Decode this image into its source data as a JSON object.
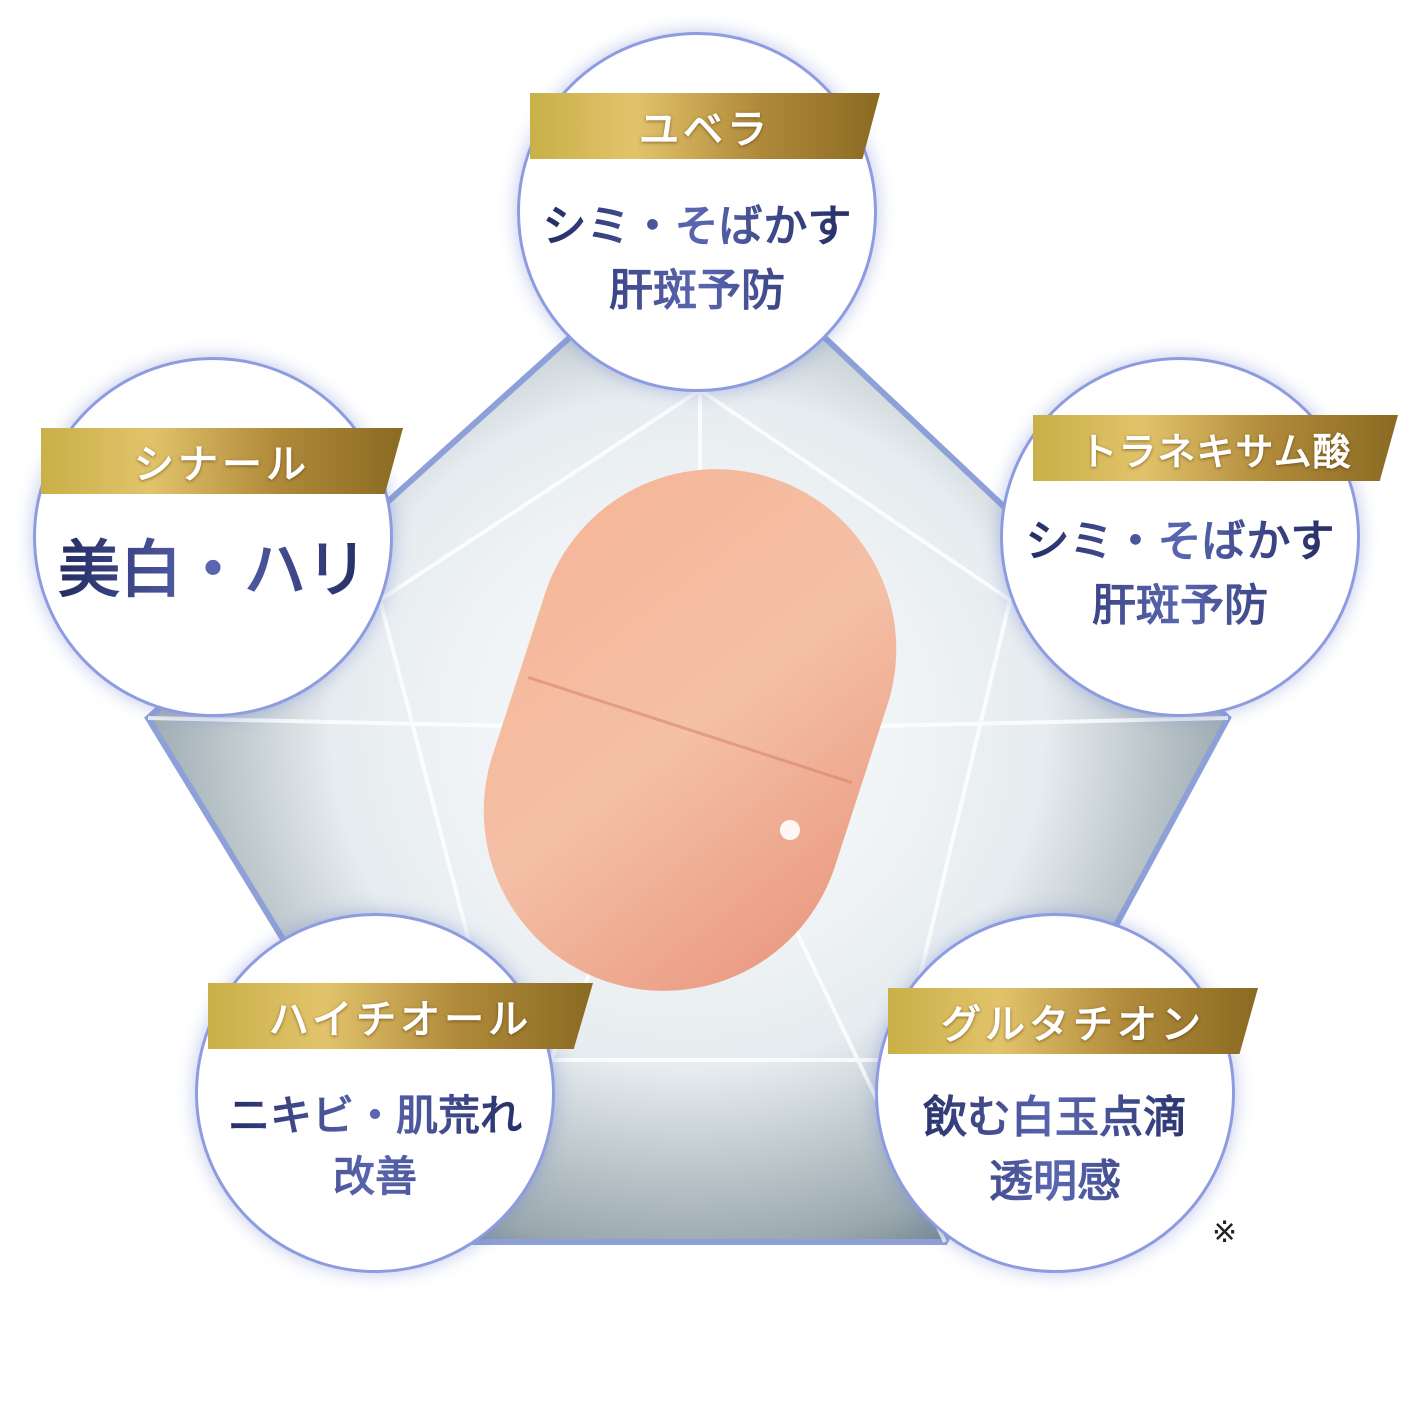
{
  "ingredients": [
    {
      "name": "ユベラ",
      "benefit_lines": [
        "シミ・そばかす",
        "肝斑予防"
      ]
    },
    {
      "name": "シナール",
      "benefit_lines": [
        "美白・ハリ"
      ]
    },
    {
      "name": "トラネキサム酸",
      "benefit_lines": [
        "シミ・そばかす",
        "肝斑予防"
      ]
    },
    {
      "name": "ハイチオール",
      "benefit_lines": [
        "ニキビ・肌荒れ",
        "改善"
      ]
    },
    {
      "name": "グルタチオン",
      "benefit_lines": [
        "飲む白玉点滴",
        "透明感"
      ]
    }
  ],
  "footnote_mark": "※",
  "colors": {
    "gold": "#b08a3a",
    "navy": "#2a3470",
    "pill": "#f2a98a",
    "ring": "#8d9be0"
  }
}
